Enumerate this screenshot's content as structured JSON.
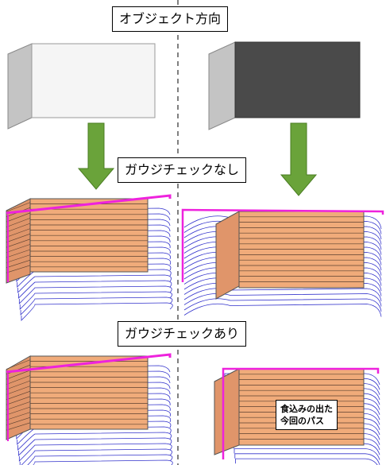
{
  "title": "オブジェクト方向",
  "section_no_gouge": "ガウジチェックなし",
  "section_gouge": "ガウジチェックあり",
  "annotation": {
    "line1": "食込みの出た",
    "line2": "今回のパス"
  },
  "colors": {
    "light_face": "#f5f5f5",
    "dark_face": "#4a4a4a",
    "side_face": "#c4c4c4",
    "arrow": "#6aa33a",
    "tool_body": "#f0ab7a",
    "tool_side": "#e0956a",
    "toolpath": "#3333cc",
    "magenta": "#ee22dd",
    "divider": "#000000"
  }
}
